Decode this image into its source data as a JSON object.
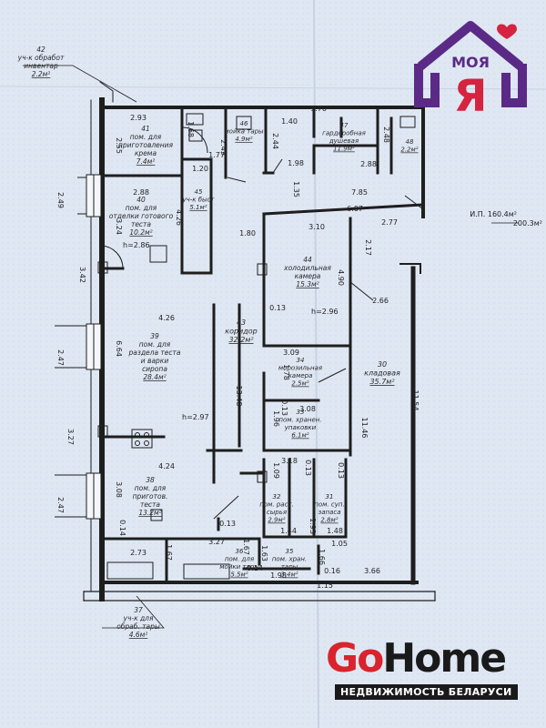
{
  "areas": {
    "line1": "И.П. 160.4м²",
    "line2": "200.3м²"
  },
  "rooms": [
    {
      "id": "r42",
      "lines": [
        "42",
        "уч-к обработ",
        "инвентар",
        "2.2м²"
      ]
    },
    {
      "id": "r41",
      "lines": [
        "41",
        "пом. для",
        "приготовления",
        "крема",
        "7.4м²"
      ]
    },
    {
      "id": "r46",
      "lines": [
        "46",
        "мойка тары",
        "4.9м²"
      ]
    },
    {
      "id": "r47",
      "lines": [
        "47",
        "гардеробная",
        "душевая",
        "11.9м²"
      ]
    },
    {
      "id": "r48",
      "lines": [
        "48",
        "2.2м²"
      ]
    },
    {
      "id": "r40",
      "lines": [
        "40",
        "пом. для",
        "отделки готового",
        "теста",
        "10.2м²"
      ]
    },
    {
      "id": "r45",
      "lines": [
        "45",
        "уч-к быст",
        "5.1м²"
      ]
    },
    {
      "id": "r44",
      "lines": [
        "44",
        "холодильная",
        "камера",
        "15.3м²"
      ]
    },
    {
      "id": "r39",
      "lines": [
        "39",
        "пом. для",
        "раздела теста",
        "и варки",
        "сиропа",
        "28.4м²"
      ]
    },
    {
      "id": "r43",
      "lines": [
        "43",
        "коридор",
        "32.2м²"
      ]
    },
    {
      "id": "r34",
      "lines": [
        "34",
        "морозильная",
        "камера",
        "2.5м²"
      ]
    },
    {
      "id": "r30",
      "lines": [
        "30",
        "кладовая",
        "35.7м²"
      ]
    },
    {
      "id": "r33",
      "lines": [
        "33",
        "пом. хранен.",
        "упаковки",
        "6.1м²"
      ]
    },
    {
      "id": "r38",
      "lines": [
        "38",
        "пом. для",
        "приготов.",
        "теста",
        "13.2м²"
      ]
    },
    {
      "id": "r32",
      "lines": [
        "32",
        "пом. раст.",
        "сырья",
        "2.9м²"
      ]
    },
    {
      "id": "r31",
      "lines": [
        "31",
        "пом. суп.",
        "запаса",
        "2.8м²"
      ]
    },
    {
      "id": "r36",
      "lines": [
        "36",
        "пом. для",
        "мойки тары",
        "5.5м²"
      ]
    },
    {
      "id": "r35",
      "lines": [
        "35",
        "пом. хран.",
        "тары",
        "3.4м²"
      ]
    },
    {
      "id": "r37",
      "lines": [
        "37",
        "уч-к для",
        "обраб. тары",
        "4.6м²"
      ]
    }
  ],
  "heights": [
    "h=2.86",
    "h=2.96",
    "h=2.97"
  ],
  "dims": [
    "2.93",
    "1.68",
    "1.40",
    "1.70",
    "2.48",
    "2.55",
    "1.77",
    "2.45",
    "2.44",
    "1.98",
    "2.88",
    "1.20",
    "2.88",
    "2.49",
    "1.35",
    "7.85",
    "6.07",
    "3.10",
    "2.77",
    "4.26",
    "1.80",
    "2.17",
    "3.24",
    "4.90",
    "3.42",
    "0.13",
    "2.66",
    "4.26",
    "6.64",
    "2.47",
    "3.09",
    "1.78",
    "3.08",
    "13.48",
    "11.54",
    "11.46",
    "3.27",
    "1.96",
    "0.13",
    "1.09",
    "3.18",
    "0.13",
    "0.13",
    "4.24",
    "3.08",
    "0.14",
    "2.47",
    "0.13",
    "1.44",
    "1.48",
    "1.93",
    "2.73",
    "1.67",
    "3.27",
    "1.67",
    "1.63",
    "1.05",
    "0.14",
    "1.98",
    "1.66",
    "0.16",
    "3.66",
    "1.15"
  ],
  "brand_top": {
    "line1": "МОЯ",
    "line2": "Я"
  },
  "gohome": {
    "go": "Go",
    "home": "Home",
    "subtitle": "НЕДВИЖИМОСТЬ БЕЛАРУСИ"
  }
}
